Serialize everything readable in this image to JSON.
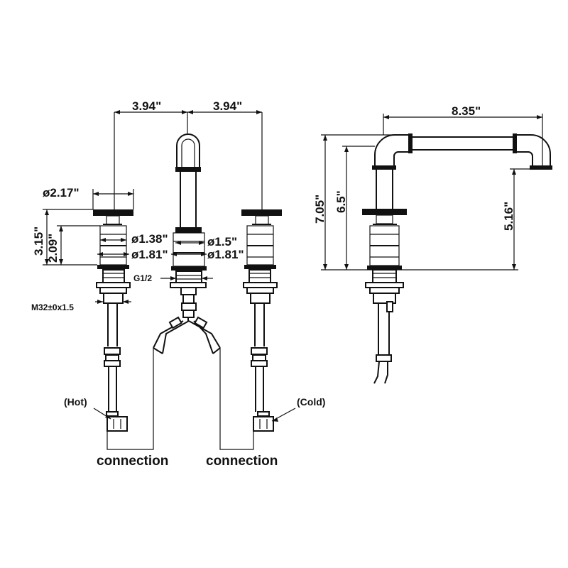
{
  "front_view": {
    "spacing_left": "3.94\"",
    "spacing_right": "3.94\"",
    "handle_width": "ø2.17\"",
    "handle_height": "3.15\"",
    "body_height": "2.09\"",
    "diam_left_top": "ø1.38\"",
    "diam_left_bottom": "ø1.81\"",
    "diam_right_top": "ø1.5\"",
    "diam_right_bottom": "ø1.81\"",
    "thread_g": "G1/2",
    "thread_m": "M32±0x1.5",
    "hot_label": "(Hot)",
    "cold_label": "(Cold)",
    "connection_left": "connection",
    "connection_right": "connection"
  },
  "side_view": {
    "spout_reach": "8.35\"",
    "total_height": "7.05\"",
    "handle_level": "6.5\"",
    "spout_outlet_height": "5.16\""
  }
}
